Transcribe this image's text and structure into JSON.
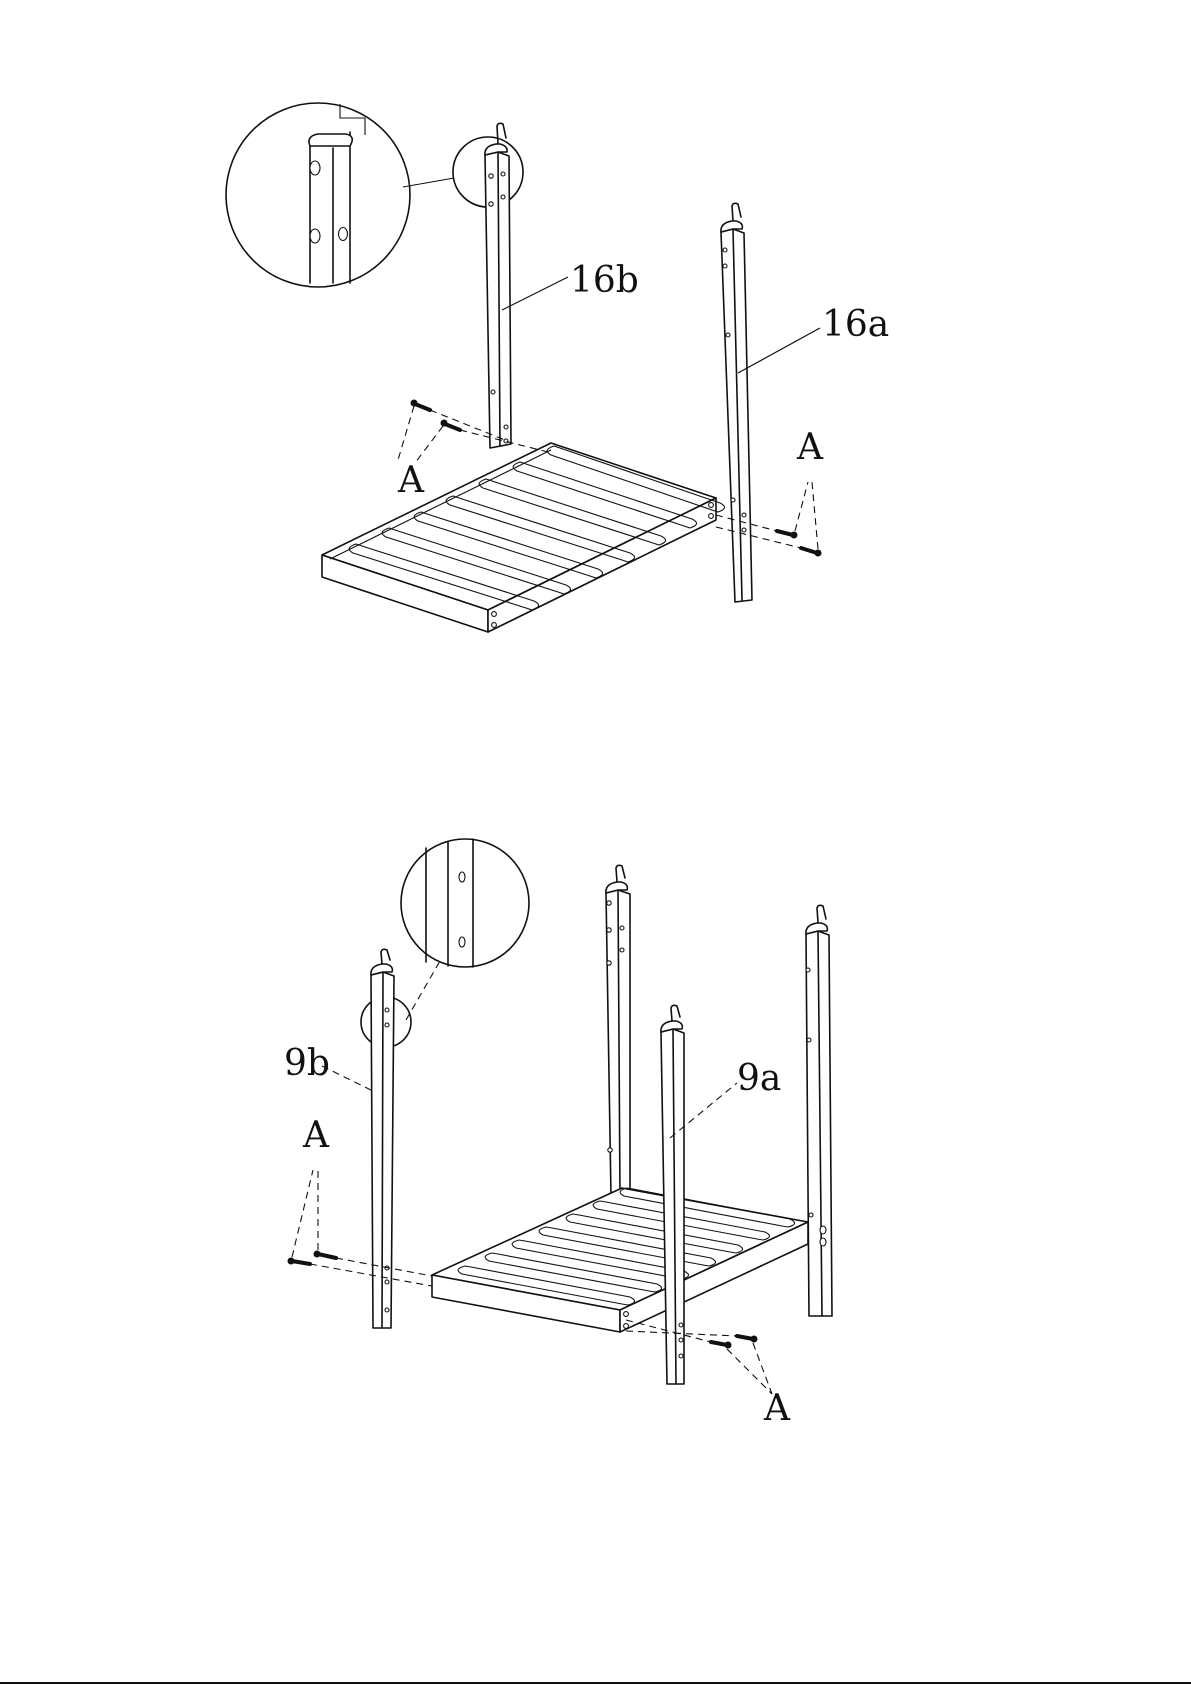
{
  "figure_top": {
    "labels": {
      "post_left": "16b",
      "post_right": "16a",
      "screw_left": "A",
      "screw_right": "A"
    }
  },
  "figure_bottom": {
    "labels": {
      "post_left": "9b",
      "post_right": "9a",
      "screw_left": "A",
      "screw_right": "A"
    }
  }
}
